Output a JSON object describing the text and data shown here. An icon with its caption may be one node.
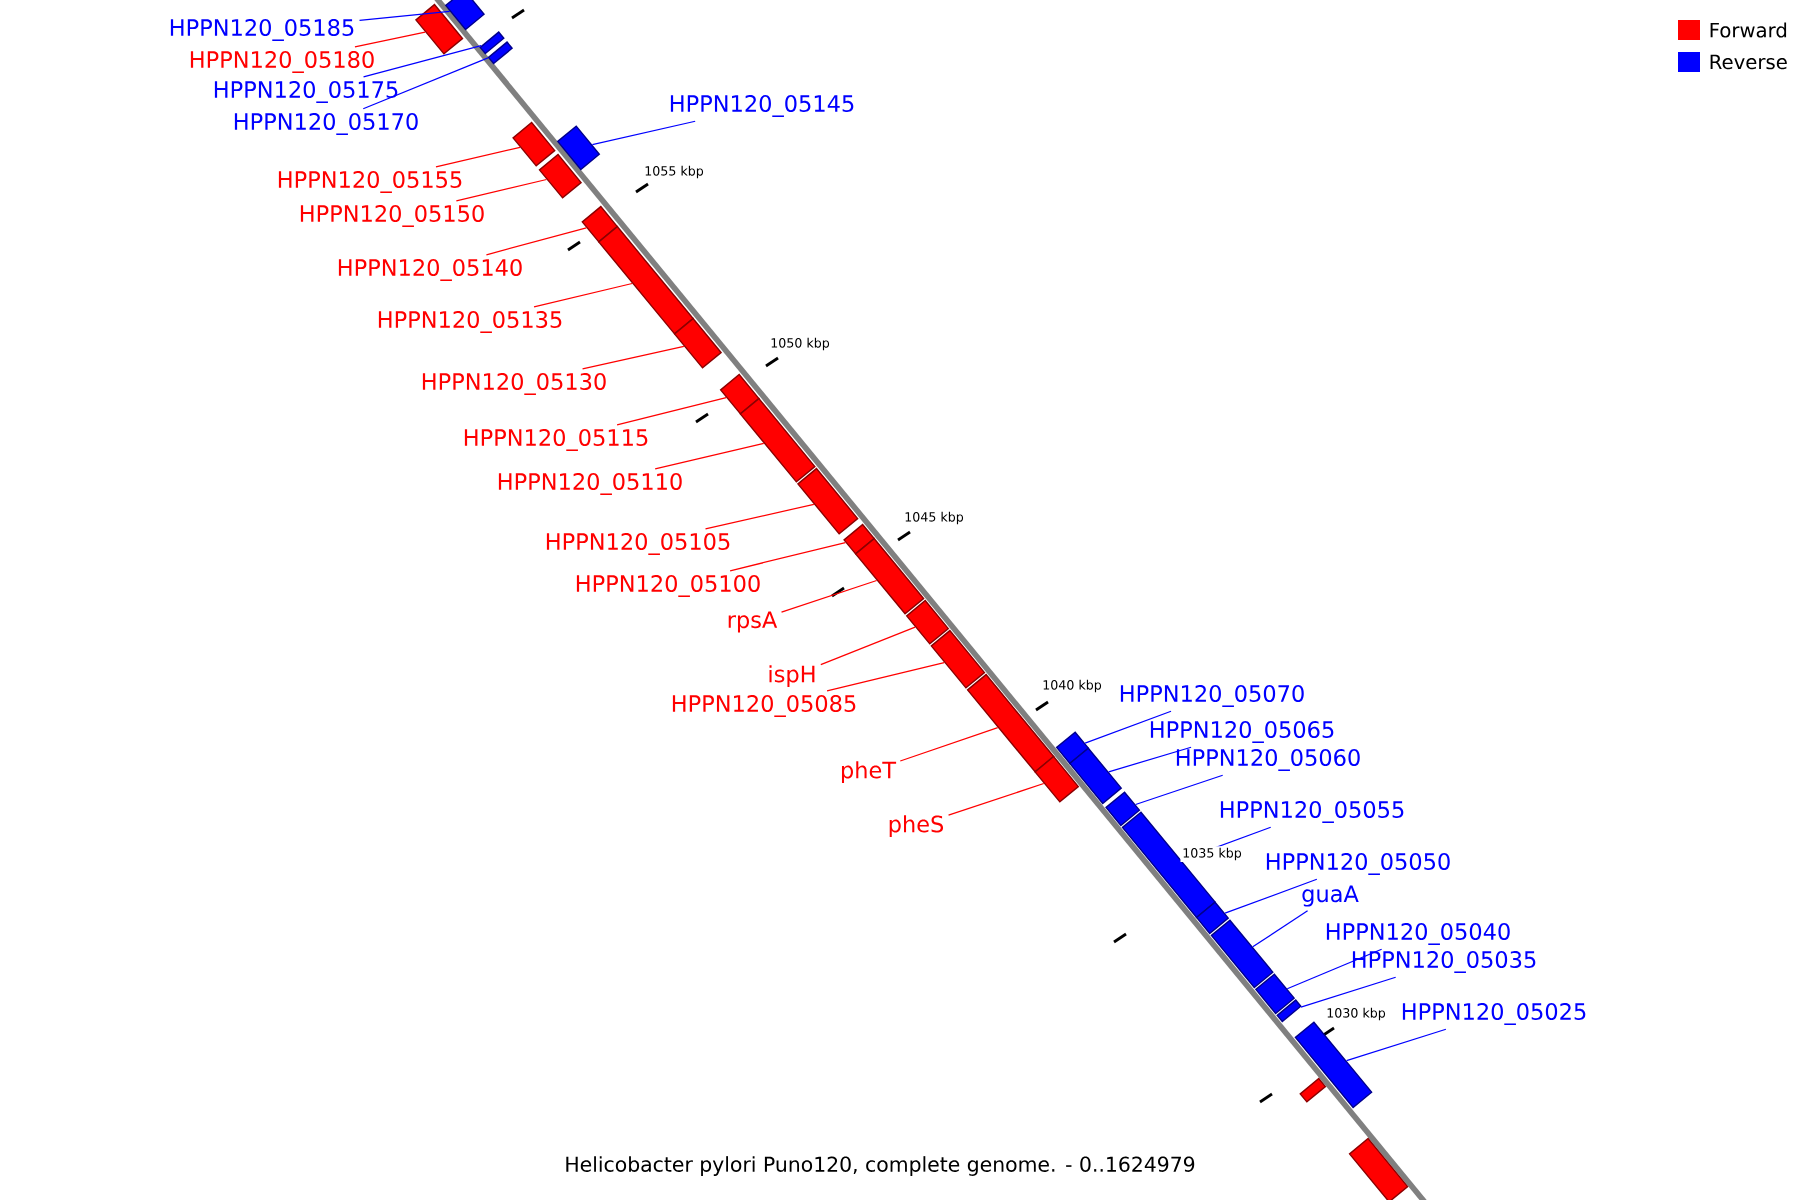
{
  "diagram": {
    "caption": "Helicobacter pylori Puno120, complete genome. - 0..1624979",
    "nodes": [
      {
        "text": [
          "HPPN120_05185"
        ]
      },
      {
        "text": [
          "HPPN120_05180"
        ]
      },
      {
        "text": [
          "HPPN120_05175"
        ]
      },
      {
        "text": [
          "HPPN120_05170"
        ]
      },
      {
        "text": [
          "HPPN120_05145"
        ]
      },
      {
        "text": [
          "HPPN120_05155"
        ]
      },
      {
        "text": [
          "HPPN120_05150"
        ]
      },
      {
        "text": [
          "HPPN120_05140"
        ]
      },
      {
        "text": [
          "HPPN120_05135"
        ]
      },
      {
        "text": [
          "HPPN120_05130"
        ]
      },
      {
        "text": [
          "HPPN120_05115"
        ]
      },
      {
        "text": [
          "HPPN120_05110"
        ]
      },
      {
        "text": [
          "HPPN120_05105"
        ]
      },
      {
        "text": [
          "HPPN120_05100"
        ]
      },
      {
        "text": [
          "rpsA"
        ]
      },
      {
        "text": [
          "ispH"
        ]
      },
      {
        "text": [
          "HPPN120_05085"
        ]
      },
      {
        "text": [
          "pheT"
        ]
      },
      {
        "text": [
          "pheS"
        ]
      },
      {
        "text": [
          "HPPN120_05070"
        ]
      },
      {
        "text": [
          "HPPN120_05065"
        ]
      },
      {
        "text": [
          "HPPN120_05060"
        ]
      },
      {
        "text": [
          "HPPN120_05055"
        ]
      },
      {
        "text": [
          "HPPN120_05050"
        ]
      },
      {
        "text": [
          "guaA"
        ]
      },
      {
        "text": [
          "HPPN120_05040"
        ]
      },
      {
        "text": [
          "HPPN120_05035"
        ]
      },
      {
        "text": [
          "HPPN120_05025"
        ]
      },
      {
        "text": [],
        "shape": "bar"
      },
      {
        "text": [],
        "shape": "bar"
      },
      {
        "text": [],
        "shape": "bar"
      },
      {
        "text": [],
        "shape": "bar"
      },
      {
        "text": [],
        "shape": "bar"
      },
      {
        "text": [],
        "shape": "bar"
      },
      {
        "text": [],
        "shape": "bar"
      },
      {
        "text": [],
        "shape": "bar"
      },
      {
        "text": [],
        "shape": "bar"
      },
      {
        "text": [],
        "shape": "bar"
      },
      {
        "text": [],
        "shape": "bar"
      },
      {
        "text": [],
        "shape": "bar"
      },
      {
        "text": [],
        "shape": "bar"
      },
      {
        "text": [],
        "shape": "bar"
      },
      {
        "text": [],
        "shape": "bar"
      },
      {
        "text": [],
        "shape": "bar"
      },
      {
        "text": [],
        "shape": "bar"
      },
      {
        "text": [],
        "shape": "bar"
      },
      {
        "text": [],
        "shape": "bar"
      },
      {
        "text": [],
        "shape": "bar"
      },
      {
        "text": [],
        "shape": "bar"
      },
      {
        "text": [],
        "shape": "bar"
      },
      {
        "text": [],
        "shape": "bar"
      },
      {
        "text": [],
        "shape": "bar"
      },
      {
        "text": [],
        "shape": "bar"
      },
      {
        "text": [],
        "shape": "bar"
      },
      {
        "text": [],
        "shape": "bar"
      },
      {
        "text": [],
        "shape": "bar"
      },
      {
        "text": [],
        "shape": "bar"
      },
      {
        "text": [],
        "shape": "bar"
      }
    ],
    "edges": [
      {
        "from": 0,
        "to": 29,
        "arrow": "none",
        "color": "#0000ff"
      },
      {
        "from": 1,
        "to": 28,
        "arrow": "none"
      },
      {
        "from": 2,
        "to": 30,
        "arrow": "none",
        "color": "#0000ff"
      },
      {
        "from": 3,
        "to": 31,
        "arrow": "none",
        "color": "#0000ff"
      },
      {
        "from": 4,
        "to": 33,
        "arrow": "none",
        "color": "#0000ff"
      },
      {
        "from": 5,
        "to": 32,
        "arrow": "none"
      },
      {
        "from": 6,
        "to": 34,
        "arrow": "none"
      },
      {
        "from": 7,
        "to": 35,
        "arrow": "none"
      },
      {
        "from": 8,
        "to": 36,
        "arrow": "none"
      },
      {
        "from": 9,
        "to": 37,
        "arrow": "none"
      },
      {
        "from": 10,
        "to": 38,
        "arrow": "none"
      },
      {
        "from": 11,
        "to": 39,
        "arrow": "none"
      },
      {
        "from": 12,
        "to": 40,
        "arrow": "none"
      },
      {
        "from": 13,
        "to": 41,
        "arrow": "none"
      },
      {
        "from": 14,
        "to": 42,
        "arrow": "none"
      },
      {
        "from": 15,
        "to": 43,
        "arrow": "none"
      },
      {
        "from": 16,
        "to": 44,
        "arrow": "none"
      },
      {
        "from": 17,
        "to": 45,
        "arrow": "none"
      },
      {
        "from": 18,
        "to": 47,
        "arrow": "none"
      },
      {
        "from": 19,
        "to": 46,
        "arrow": "none",
        "color": "#0000ff"
      },
      {
        "from": 20,
        "to": 48,
        "arrow": "none",
        "color": "#0000ff"
      },
      {
        "from": 21,
        "to": 49,
        "arrow": "none",
        "color": "#0000ff"
      },
      {
        "from": 22,
        "to": 50,
        "arrow": "none",
        "color": "#0000ff"
      },
      {
        "from": 23,
        "to": 51,
        "arrow": "none",
        "color": "#0000ff"
      },
      {
        "from": 24,
        "to": 52,
        "arrow": "none",
        "color": "#0000ff"
      },
      {
        "from": 25,
        "to": 53,
        "arrow": "none",
        "color": "#0000ff"
      },
      {
        "from": 26,
        "to": 54,
        "arrow": "none",
        "color": "#0000ff"
      },
      {
        "from": 27,
        "to": 55,
        "arrow": "none",
        "color": "#0000ff"
      }
    ],
    "labels": [
      "1055 kbp",
      "1050 kbp",
      "1045 kbp",
      "1040 kbp",
      "1035 kbp",
      "1030 kbp"
    ],
    "legend": [
      {
        "text": "Forward",
        "color": "#ff0000"
      },
      {
        "text": "Reverse",
        "color": "#0000ff"
      }
    ]
  }
}
